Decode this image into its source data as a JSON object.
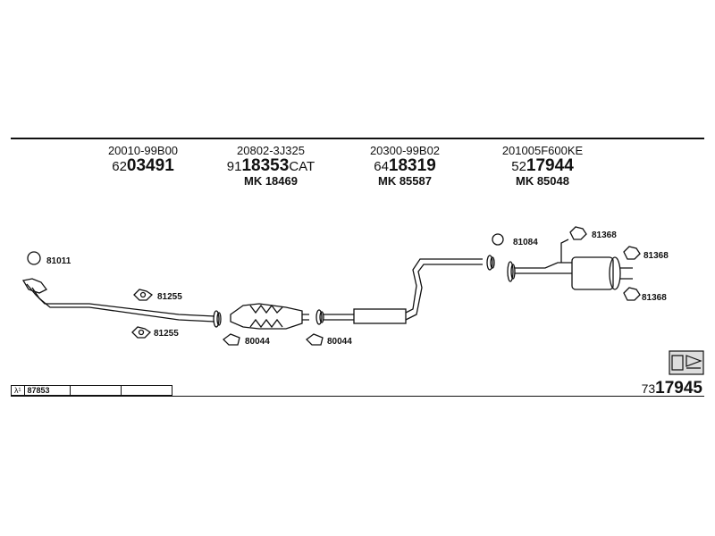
{
  "parts": [
    {
      "oe": "20010-99B00",
      "prefix": "62",
      "num": "03491",
      "suffix": "",
      "mk": ""
    },
    {
      "oe": "20802-3J325",
      "prefix": "91",
      "num": "18353",
      "suffix": "CAT",
      "mk": "MK 18469"
    },
    {
      "oe": "20300-99B02",
      "prefix": "64",
      "num": "18319",
      "suffix": "",
      "mk": "MK 85587"
    },
    {
      "oe": "201005F600KE",
      "prefix": "52",
      "num": "17944",
      "suffix": "",
      "mk": "MK 85048"
    }
  ],
  "labels": {
    "l81011": "81011",
    "l81255a": "81255",
    "l81255b": "81255",
    "l80044a": "80044",
    "l80044b": "80044",
    "l81084": "81084",
    "l81368a": "81368",
    "l81368b": "81368",
    "l81368c": "81368"
  },
  "footer": {
    "lambda": "λ¹",
    "code": "87853",
    "sheet_prefix": "73",
    "sheet_num": "17945"
  }
}
